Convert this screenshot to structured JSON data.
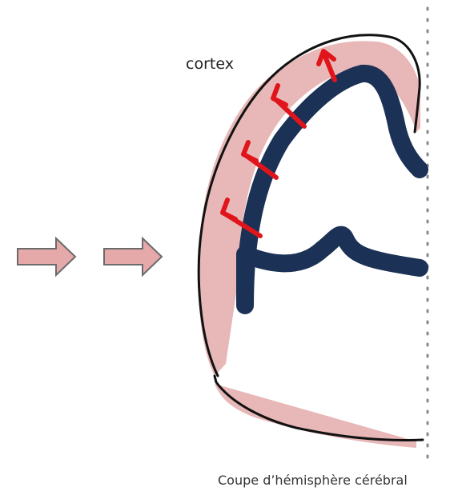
{
  "labels": {
    "cortex": "cortex",
    "caption": "Coupe d’hémisphère cérébral"
  },
  "colors": {
    "cortex_fill": "#e8b7b7",
    "arrow_fill": "#e6a9a9",
    "arrow_stroke": "#6b6b6b",
    "ventricle_band": "#1b3156",
    "outline": "#111111",
    "migration_arrow": "#e0151b",
    "midline": "#8a8a8a"
  },
  "migration_arrow_count": 4,
  "side_arrow_count": 2
}
